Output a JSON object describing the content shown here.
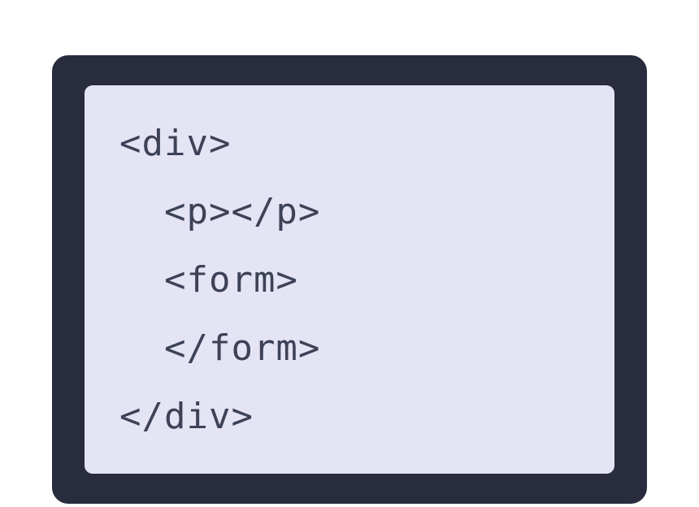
{
  "colors": {
    "page-bg": "#ffffff",
    "card-bg": "#282c3e",
    "card-border": "#ffffff",
    "panel-bg": "#e4e4f5",
    "code-text": "#3e4257"
  },
  "code": {
    "language": "html",
    "lines": [
      {
        "text": "<div>"
      },
      {
        "text": "  <p></p>"
      },
      {
        "text": "  <form>"
      },
      {
        "text": "  </form>"
      },
      {
        "text": "</div>"
      }
    ]
  }
}
